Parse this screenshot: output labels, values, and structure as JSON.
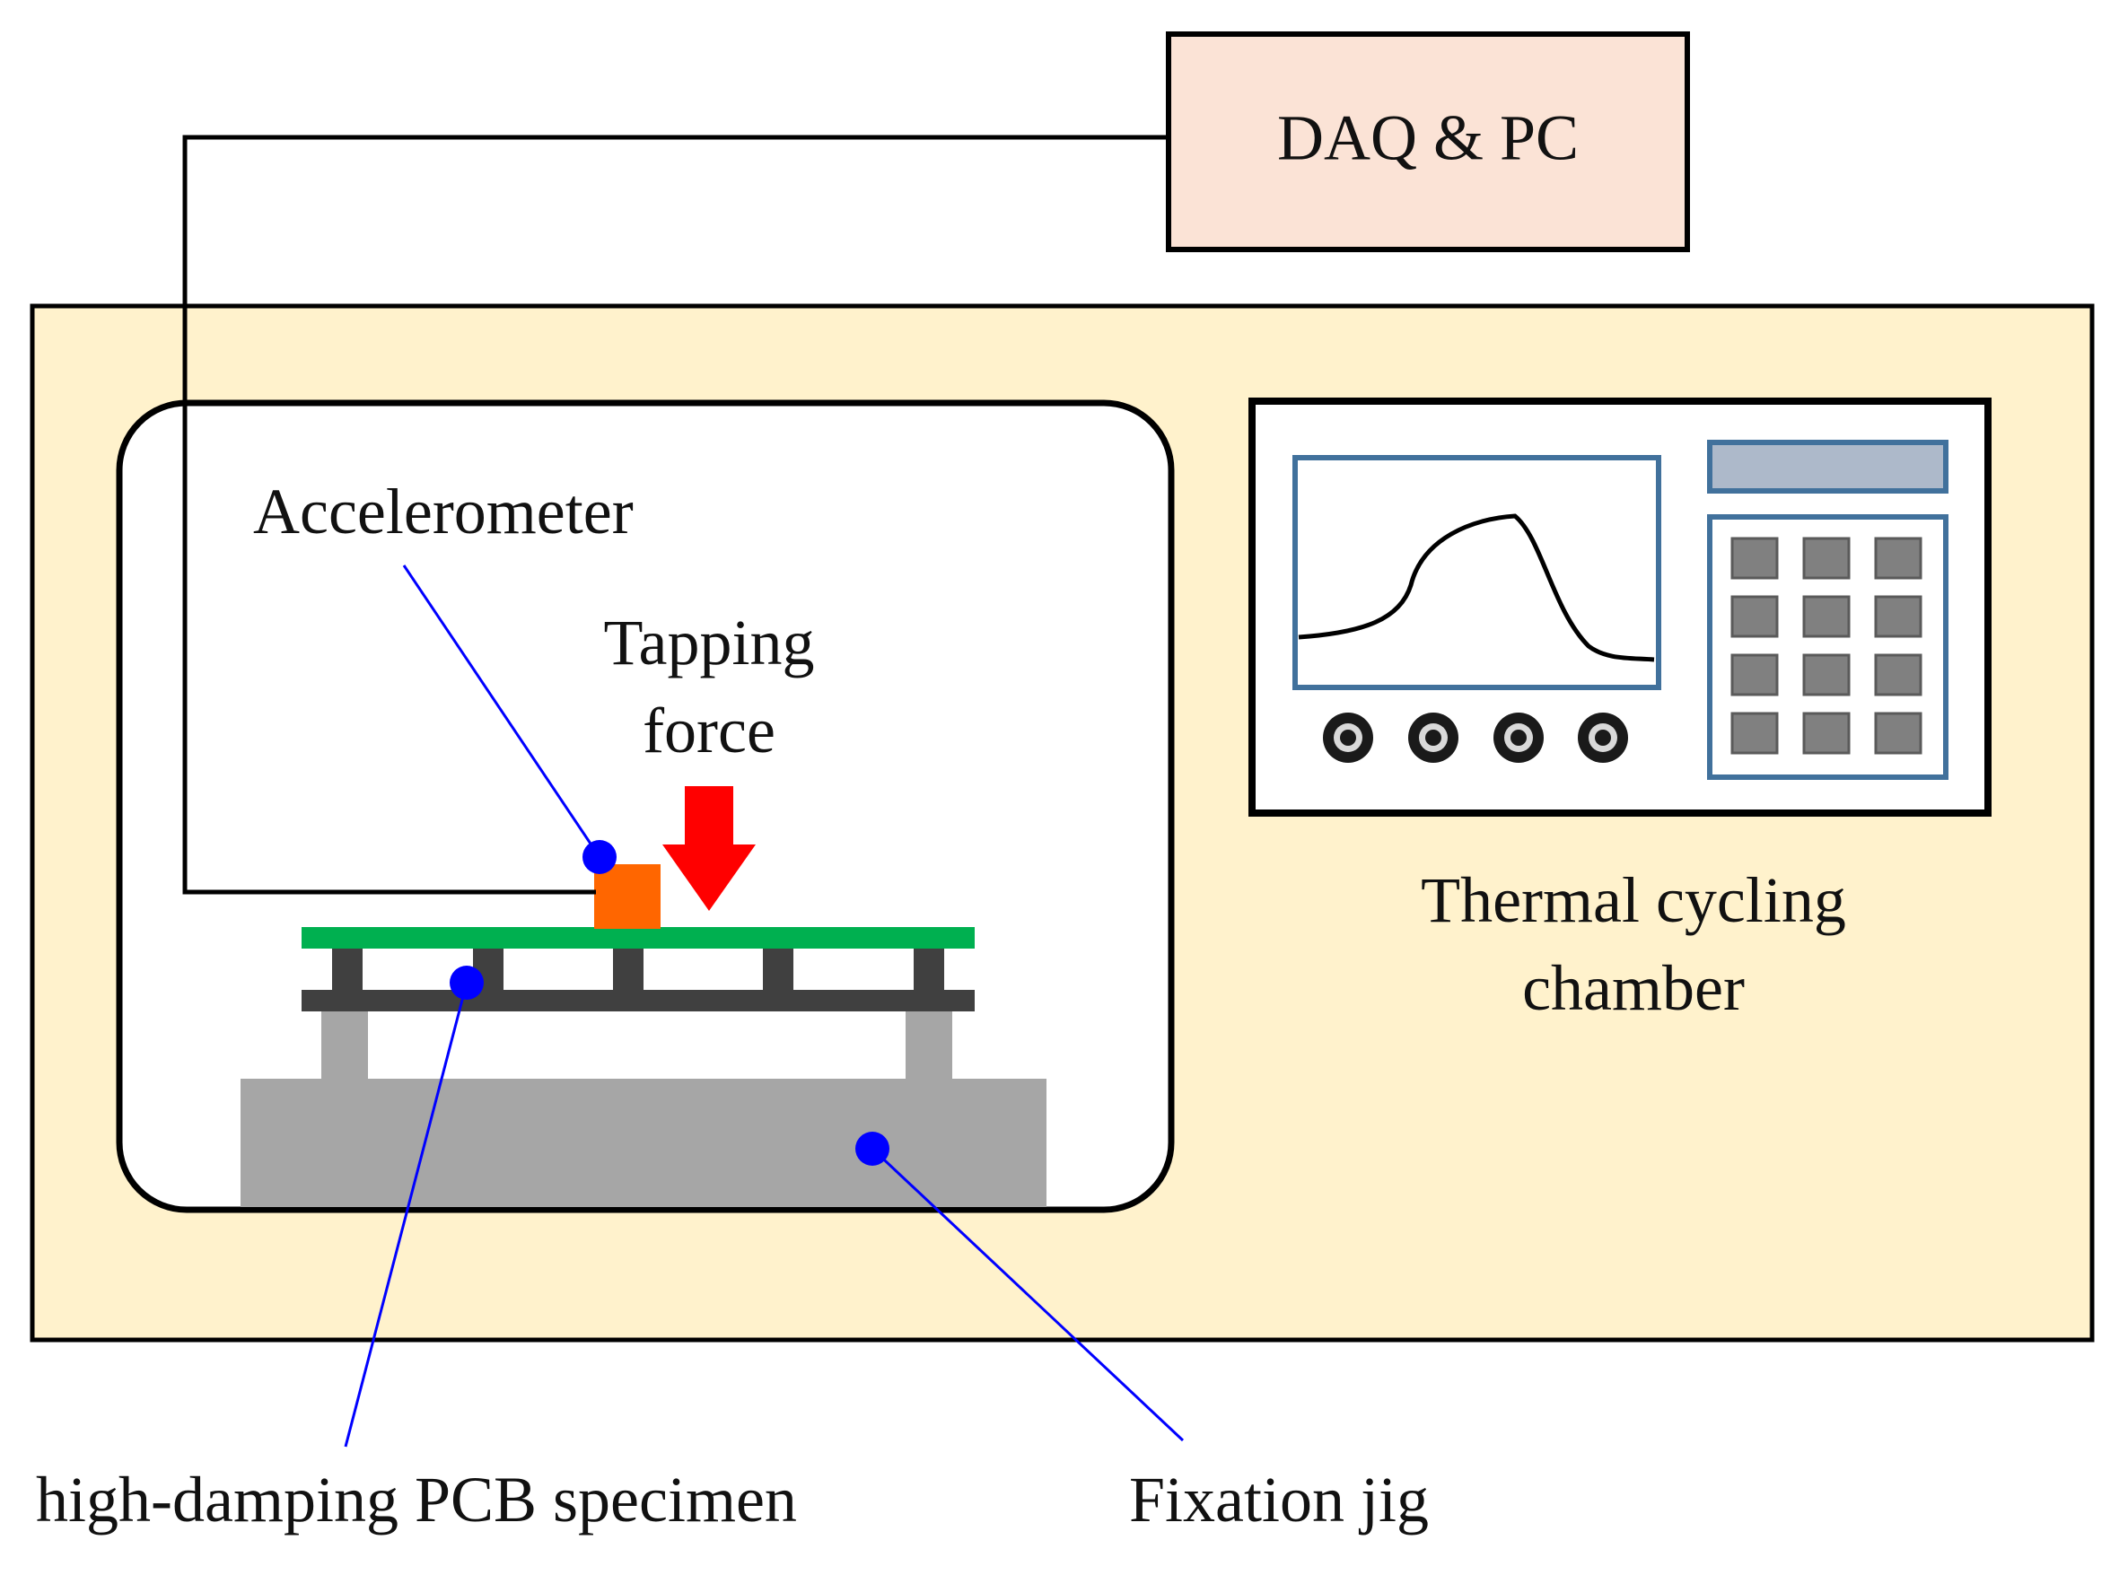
{
  "labels": {
    "daq_pc": "DAQ & PC",
    "accelerometer": "Accelerometer",
    "tapping_line1": "Tapping",
    "tapping_line2": "force",
    "chamber_line1": "Thermal cycling",
    "chamber_line2": "chamber",
    "pcb_specimen": "high-damping PCB specimen",
    "fixation_jig": "Fixation jig"
  },
  "colors": {
    "daq_fill": "#FBE3D6",
    "chamber_fill": "#FFF2CC",
    "pcb_green": "#00B050",
    "accelerometer_orange": "#FF6600",
    "tapping_arrow_red": "#FF0000",
    "marker_blue": "#0000FF",
    "jig_gray": "#A6A6A6",
    "jig_dark_gray": "#404040",
    "screen_blue_border": "#41719C",
    "display_bar_fill": "#ADB9CA"
  },
  "icons": {
    "tapping_force": "down-arrow-icon",
    "instrument_knob": "ring-knob-icon",
    "keypad_key": "square-key-icon"
  }
}
